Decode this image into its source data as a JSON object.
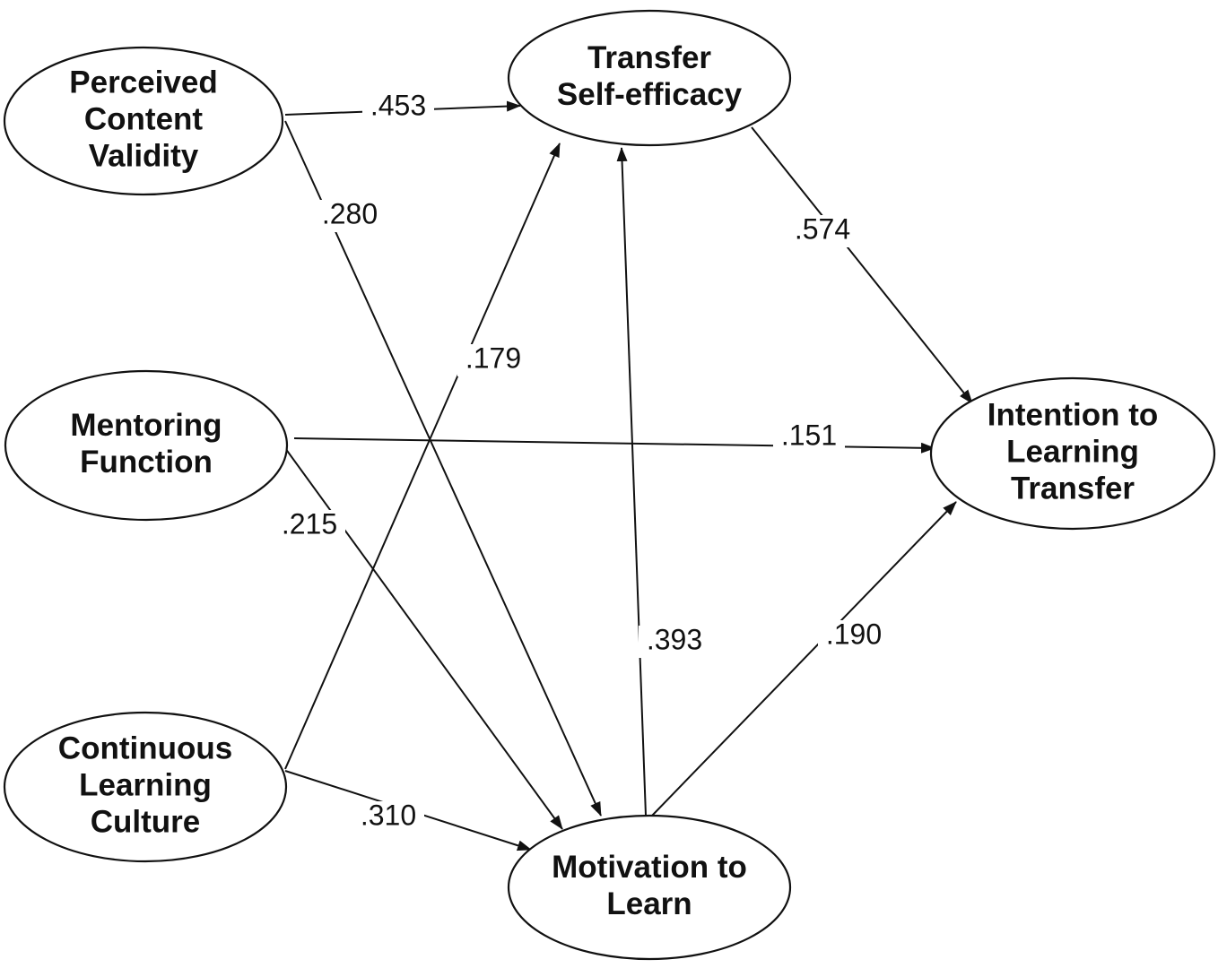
{
  "nodes": {
    "pcv": {
      "lines": [
        "Perceived",
        "Content",
        "Validity"
      ]
    },
    "mf": {
      "lines": [
        "Mentoring",
        "Function"
      ]
    },
    "clc": {
      "lines": [
        "Continuous",
        "Learning",
        "Culture"
      ]
    },
    "tse": {
      "lines": [
        "Transfer",
        "Self-efficacy"
      ]
    },
    "mtl": {
      "lines": [
        "Motivation to",
        "Learn"
      ]
    },
    "ilt": {
      "lines": [
        "Intention to",
        "Learning",
        "Transfer"
      ]
    }
  },
  "paths": [
    {
      "id": "pcv-tse",
      "from": "pcv",
      "to": "tse",
      "coefficient": ".453"
    },
    {
      "id": "pcv-mtl",
      "from": "pcv",
      "to": "mtl",
      "coefficient": ".280"
    },
    {
      "id": "clc-tse",
      "from": "clc",
      "to": "tse",
      "coefficient": ".179"
    },
    {
      "id": "mf-ilt",
      "from": "mf",
      "to": "ilt",
      "coefficient": ".151"
    },
    {
      "id": "mf-mtl",
      "from": "mf",
      "to": "mtl",
      "coefficient": ".215"
    },
    {
      "id": "clc-mtl",
      "from": "clc",
      "to": "mtl",
      "coefficient": ".310"
    },
    {
      "id": "mtl-tse",
      "from": "mtl",
      "to": "tse",
      "coefficient": ".393"
    },
    {
      "id": "tse-ilt",
      "from": "tse",
      "to": "ilt",
      "coefficient": ".574"
    },
    {
      "id": "mtl-ilt",
      "from": "mtl",
      "to": "ilt",
      "coefficient": ".190"
    }
  ]
}
